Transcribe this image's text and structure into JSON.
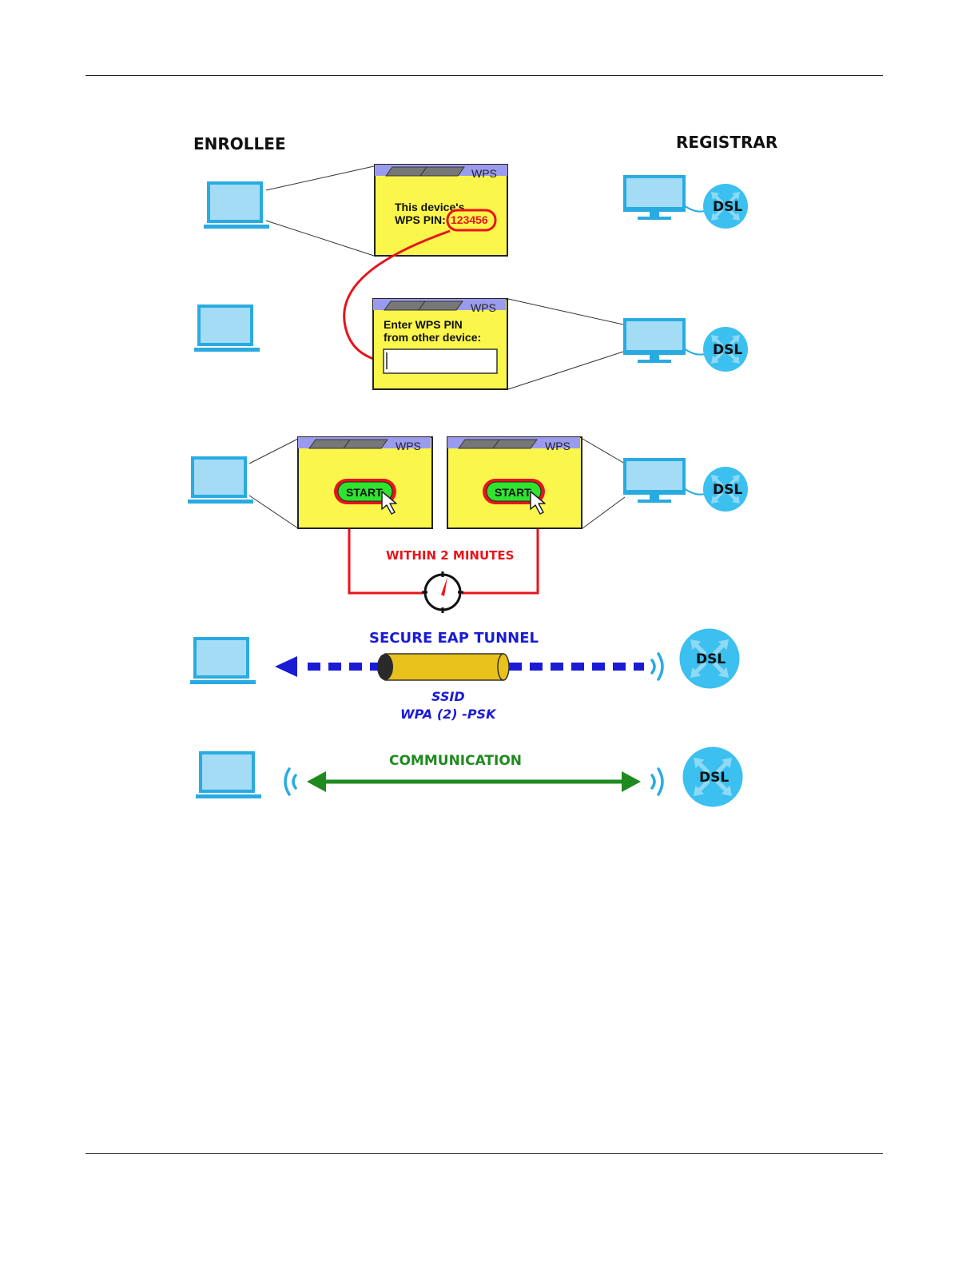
{
  "headers": {
    "enrollee": "ENROLLEE",
    "registrar": "REGISTRAR"
  },
  "wps_title": "WPS",
  "pin_dialog": {
    "line1": "This device's",
    "line2": "WPS PIN:",
    "pin": "123456"
  },
  "enter_dialog": {
    "line1": "Enter WPS PIN",
    "line2": "from other device:"
  },
  "start_button": "START",
  "dsl_label": "DSL",
  "timer_label": "WITHIN 2 MINUTES",
  "tunnel": {
    "title": "SECURE EAP TUNNEL",
    "ssid": "SSID",
    "security": "WPA (2) -PSK"
  },
  "communication": "COMMUNICATION",
  "colors": {
    "device_blue": "#29abe2",
    "screen_fill": "#a4dcf5",
    "dialog_yellow": "#fbf64c",
    "title_purple": "#9b9bee",
    "pin_red": "#e8141b",
    "start_green": "#2fe32f",
    "tunnel_blue": "#1b1bd6",
    "tunnel_gold": "#e8c21a",
    "comm_green": "#1f8a1f"
  }
}
